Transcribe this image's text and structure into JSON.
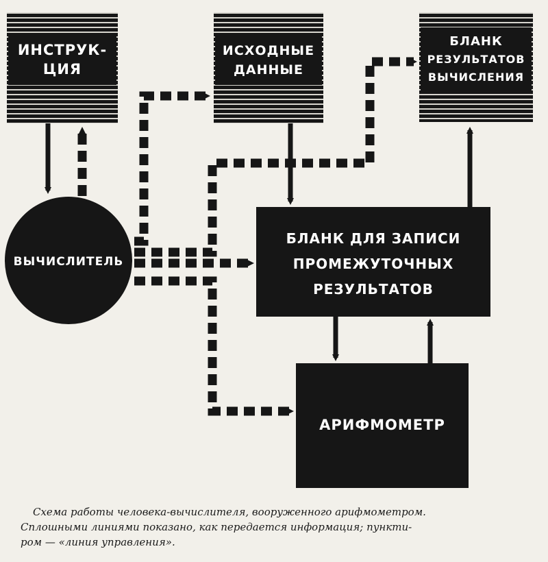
{
  "nodes": {
    "instructions": [
      "ИНСТРУК-",
      "ЦИЯ"
    ],
    "source_data": [
      "ИСХОДНЫЕ",
      "ДАННЫЕ"
    ],
    "results_form": [
      "БЛАНК",
      "РЕЗУЛЬТАТОВ",
      "ВЫЧИСЛЕНИЯ"
    ],
    "calculator": [
      "ВЫЧИСЛИТЕЛЬ"
    ],
    "intermediate_form": [
      "БЛАНК ДЛЯ ЗАПИСИ",
      "ПРОМЕЖУТОЧНЫХ",
      "РЕЗУЛЬТАТОВ"
    ],
    "arithmometer": [
      "АРИФМОМЕТР"
    ]
  },
  "caption": {
    "line1": "Схема работы человека-вычислителя, вооруженного арифмометром.",
    "line2": "Сплошными линиями показано, как передается информация; пункти-",
    "line3": "ром — «линия управления»."
  },
  "colors": {
    "ink": "#161616",
    "paper": "#f2f0ea",
    "stripe": "#d8d6cf"
  }
}
